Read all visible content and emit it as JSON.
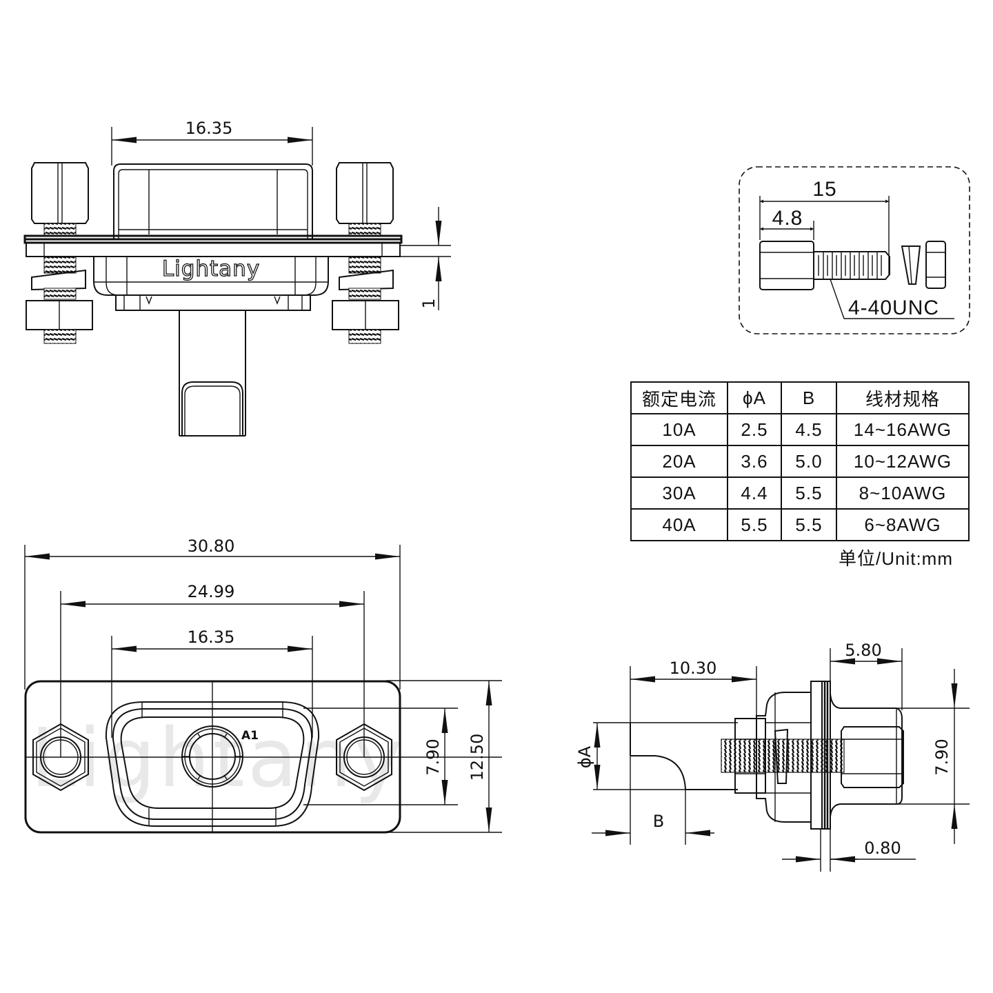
{
  "top_view": {
    "width_dim": "16.35",
    "gap_dim": "1",
    "brand_text": "Lightany"
  },
  "inset": {
    "overall_length": "15",
    "hex_length": "4.8",
    "thread_spec": "4-40UNC"
  },
  "spec_table": {
    "headers": [
      "额定电流",
      "ϕA",
      "B",
      "线材规格"
    ],
    "rows": [
      [
        "10A",
        "2.5",
        "4.5",
        "14~16AWG"
      ],
      [
        "20A",
        "3.6",
        "5.0",
        "10~12AWG"
      ],
      [
        "30A",
        "4.4",
        "5.5",
        "8~10AWG"
      ],
      [
        "40A",
        "5.5",
        "5.5",
        "6~8AWG"
      ]
    ],
    "unit_note": "单位/Unit:mm"
  },
  "front_view": {
    "overall_width": "30.80",
    "hole_pitch": "24.99",
    "shell_width": "16.35",
    "shell_height": "7.90",
    "flange_height": "12.50",
    "contact_label": "A1",
    "watermark": "Lightany"
  },
  "side_view": {
    "tail_length": "10.30",
    "body_depth": "5.80",
    "height": "7.90",
    "panel_thickness": "0.80",
    "diameter_label": "ϕA",
    "bend_label": "B"
  }
}
